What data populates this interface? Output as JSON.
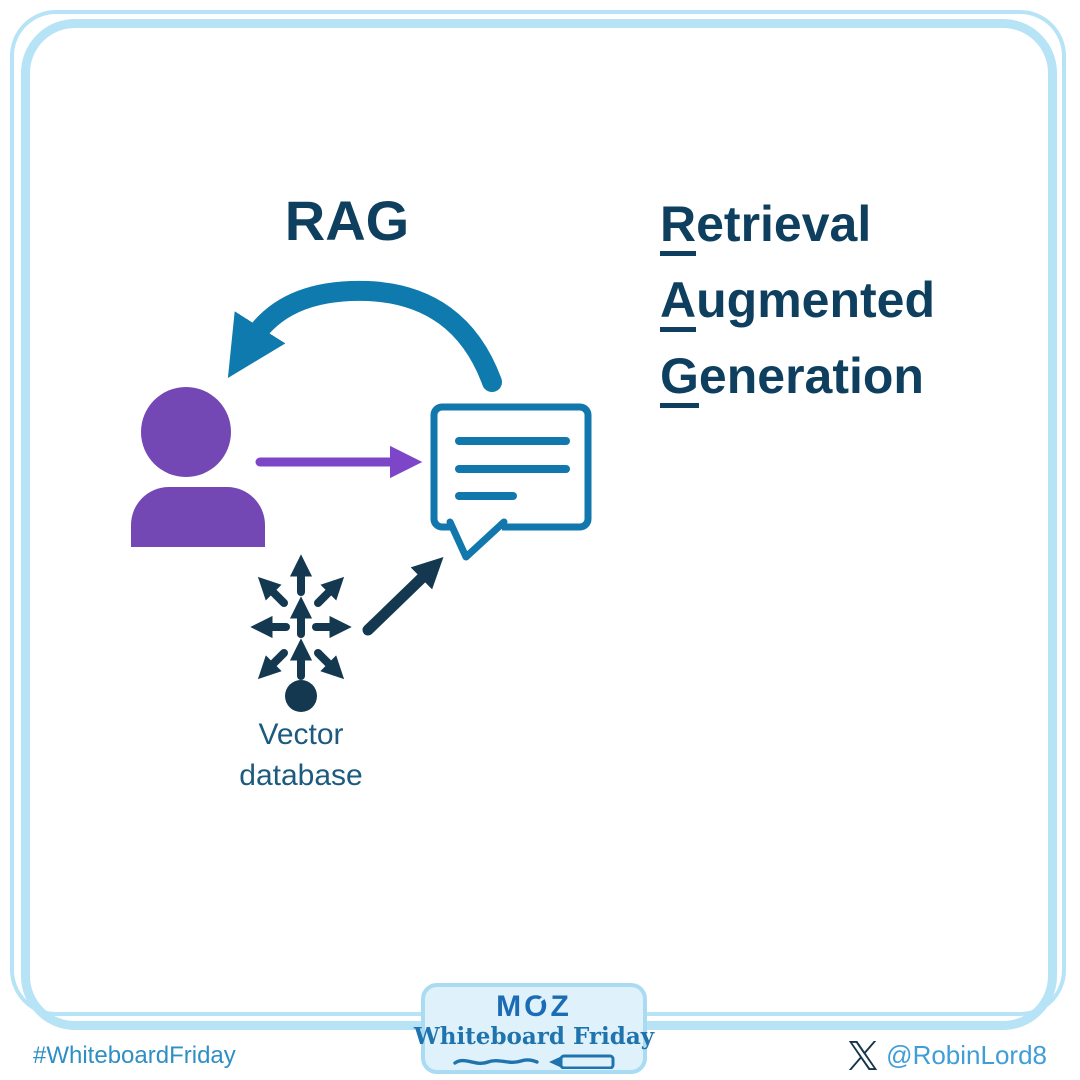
{
  "title": {
    "text": "RAG"
  },
  "acronym": {
    "lines": [
      {
        "initial": "R",
        "rest": "etrieval"
      },
      {
        "initial": "A",
        "rest": "ugmented"
      },
      {
        "initial": "G",
        "rest": "eneration"
      }
    ]
  },
  "diagram": {
    "vector_label": {
      "line1": "Vector",
      "line2": "database"
    },
    "icons": {
      "user": "person-silhouette",
      "chat": "speech-bubble-with-text-lines",
      "vector_db": "arrows-radiating-from-point",
      "flow_query": "straight-arrow-user-to-chat",
      "flow_retrieval": "diagonal-arrow-vectordb-to-chat",
      "flow_response": "curved-arrow-chat-to-user"
    }
  },
  "logo": {
    "brand": "MOZ",
    "series": "Whiteboard Friday",
    "pen_icon": "marker-pen-with-squiggle"
  },
  "footer": {
    "hashtag": "#WhiteboardFriday",
    "x_icon": "x-twitter-logo",
    "handle": "@RobinLord8"
  },
  "colors": {
    "navy_text": "#0f3f5e",
    "icon_navy": "#14384f",
    "teal_arrow": "#0f7aad",
    "bubble_blue": "#1177ad",
    "person_purple": "#7348b4",
    "arrow_purple": "#7d46c8",
    "frame_blue": "#b6e3f6",
    "label_blue": "#1d5a80",
    "hashtag_blue": "#2f8fc5",
    "handle_blue": "#3f9ed8",
    "moz_blue": "#1a6cb5",
    "series_blue": "#2074ae",
    "logo_box_bg": "#dff1fb",
    "logo_box_border": "#a9dbf2"
  }
}
